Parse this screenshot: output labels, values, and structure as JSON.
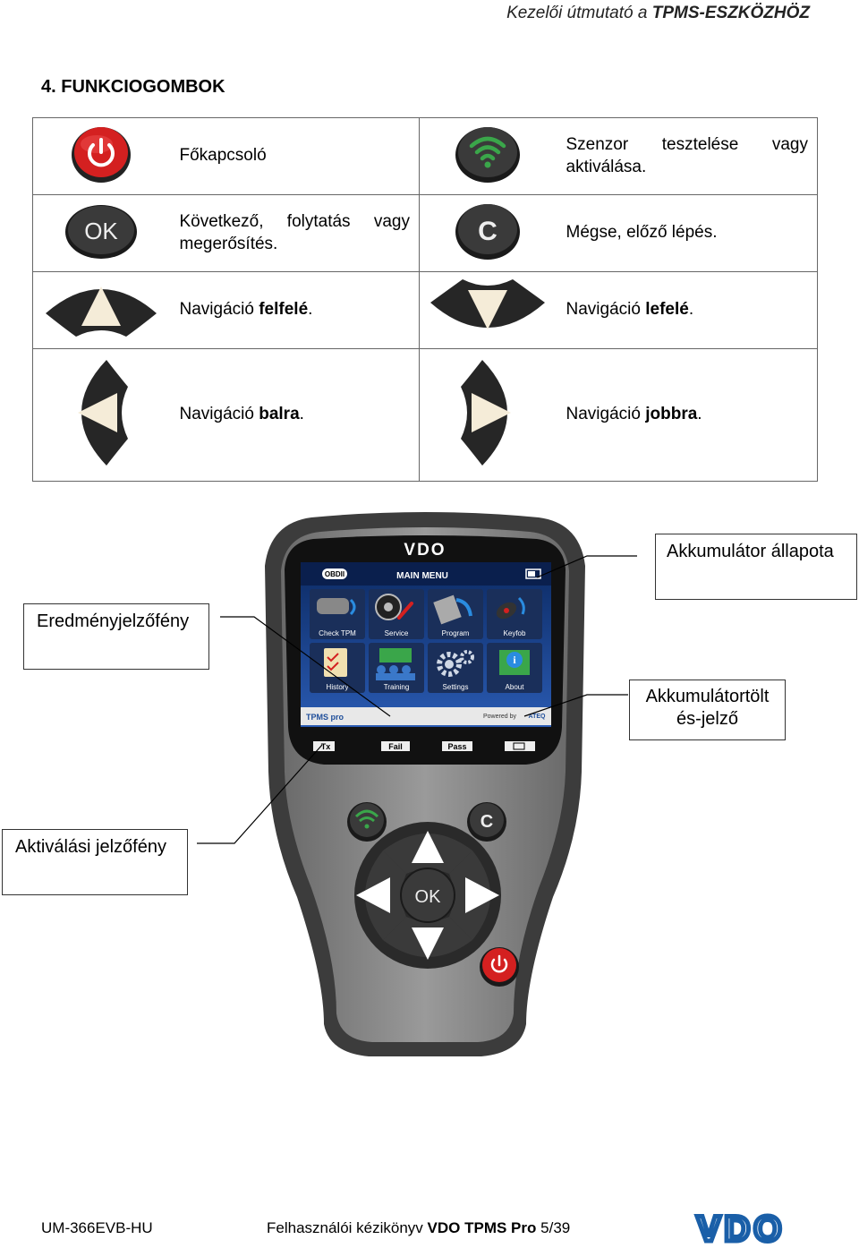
{
  "header": {
    "prefix": "Kezelői útmutató a",
    "bold": "TPMS-ESZKÖZHÖZ"
  },
  "section_title": "4. FUNKCIOGOMBOK",
  "buttons": [
    {
      "icon": "power-icon",
      "text": "Főkapcsoló"
    },
    {
      "icon": "wireless-test-icon",
      "text_line1": "Szenzor tesztelése vagy",
      "text_line2": "aktiválása."
    },
    {
      "icon": "ok-icon",
      "icon_label": "OK",
      "text_line1": "Következő, folytatás vagy",
      "text_line2": "megerősítés."
    },
    {
      "icon": "cancel-icon",
      "icon_label": "C",
      "text": "Mégse, előző lépés."
    },
    {
      "icon": "arrow-up-icon",
      "prefix": "Navigáció",
      "bold": "felfelé",
      "suffix": "."
    },
    {
      "icon": "arrow-down-icon",
      "prefix": "Navigáció",
      "bold": "lefelé",
      "suffix": "."
    },
    {
      "icon": "arrow-left-icon",
      "prefix": "Navigáció",
      "bold": "balra",
      "suffix": "."
    },
    {
      "icon": "arrow-right-icon",
      "prefix": "Navigáció",
      "bold": "jobbra",
      "suffix": "."
    }
  ],
  "device": {
    "brand": "VDO",
    "screen_title": "MAIN MENU",
    "obd_label": "OBDII",
    "tiles": [
      "Check TPM",
      "Service",
      "Program",
      "Keyfob",
      "History",
      "Training",
      "Settings",
      "About"
    ],
    "status_left": "TPMS pro",
    "status_right": "Powered by",
    "status_brand": "ATEQ",
    "indicators": [
      "Tx",
      "Fail",
      "Pass"
    ],
    "ok_label": "OK",
    "c_label": "C"
  },
  "callouts": {
    "battery_status": "Akkumulátor állapota",
    "result_light": "Eredményjelzőfény",
    "charge_line1": "Akkumulátortölt",
    "charge_line2": "és-jelző",
    "activation_light": "Aktiválási jelzőfény"
  },
  "footer": {
    "doc_id": "UM-366EVB-HU",
    "manual_prefix": "Felhasználói kézikönyv",
    "manual_bold": "VDO TPMS Pro",
    "page": "5/39",
    "logo": "VDO"
  },
  "colors": {
    "red_button": "#d42020",
    "green_wave": "#3aa64a",
    "logo_blue": "#1a5fa8",
    "screen_blue": "#1f4e9a"
  }
}
